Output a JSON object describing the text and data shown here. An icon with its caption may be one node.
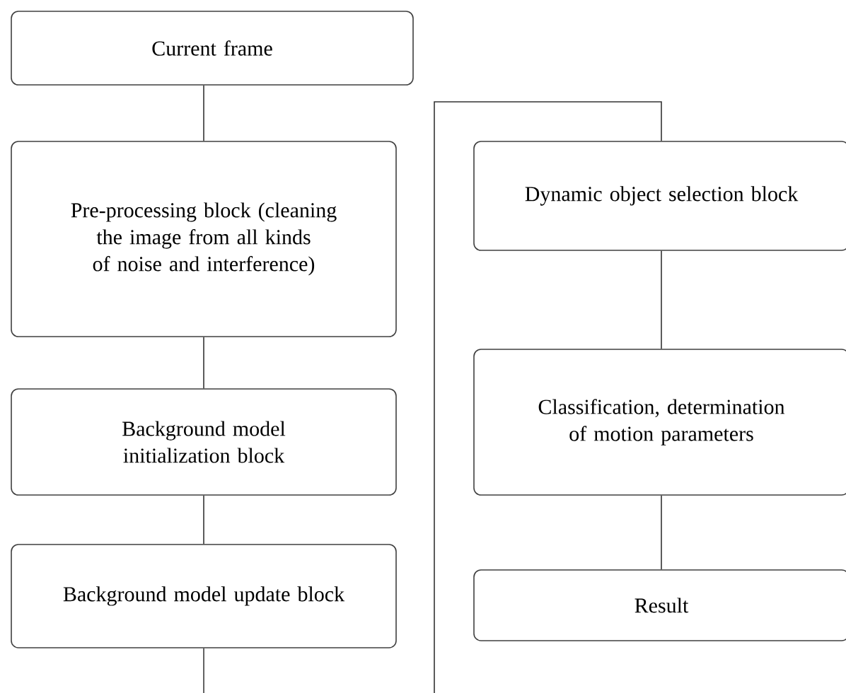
{
  "diagram": {
    "nodes": [
      {
        "text": [
          "Current frame"
        ]
      },
      {
        "text": [
          "Pre-processing block (cleaning the image from all kinds of noise and interference)"
        ]
      },
      {
        "text": [
          "Background model initialization block"
        ]
      },
      {
        "text": [
          "Background model update block"
        ]
      },
      {
        "text": [
          "Dynamic object selection block"
        ]
      },
      {
        "text": [
          "Classification, determination of motion parameters"
        ]
      },
      {
        "text": [
          "Result"
        ]
      }
    ],
    "edges": [
      {
        "from": 0,
        "to": 1,
        "arrow": "none"
      },
      {
        "from": 1,
        "to": 2,
        "arrow": "none"
      },
      {
        "from": 2,
        "to": 3,
        "arrow": "none"
      },
      {
        "from": 3,
        "to": 4,
        "arrow": "none"
      },
      {
        "from": 4,
        "to": 5,
        "arrow": "none"
      },
      {
        "from": 5,
        "to": 6,
        "arrow": "none"
      }
    ]
  }
}
